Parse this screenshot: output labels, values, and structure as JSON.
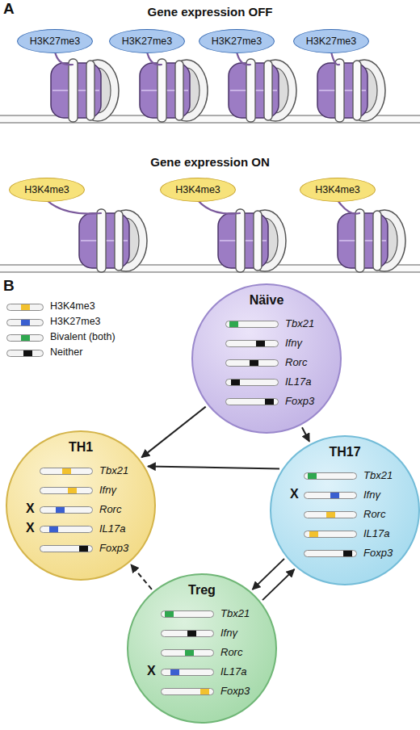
{
  "diagram": {
    "nodes": [
      {
        "text": [
          "H3K27me3"
        ]
      },
      {
        "text": [
          "H3K27me3"
        ]
      },
      {
        "text": [
          "H3K27me3"
        ]
      },
      {
        "text": [
          "H3K27me3"
        ]
      },
      {
        "text": [
          "H3K4me3"
        ]
      },
      {
        "text": [
          "H3K4me3"
        ]
      },
      {
        "text": [
          "H3K4me3"
        ]
      },
      {
        "text": [
          "Näive",
          "Tbx21",
          "Ifnγ",
          "Rorc",
          "IL17a",
          "Foxp3"
        ]
      },
      {
        "text": [
          "TH1",
          "Tbx21",
          "Ifnγ",
          "X",
          "Rorc",
          "X",
          "IL17a",
          "Foxp3"
        ]
      },
      {
        "text": [
          "TH17",
          "Tbx21",
          "X",
          "Ifnγ",
          "Rorc",
          "IL17a",
          "Foxp3"
        ]
      },
      {
        "text": [
          "Treg",
          "Tbx21",
          "Ifnγ",
          "Rorc",
          "X",
          "IL17a",
          "Foxp3"
        ]
      }
    ],
    "edges": [
      {
        "from": 7,
        "to": 8,
        "arrow": "to"
      },
      {
        "from": 7,
        "to": 9,
        "arrow": "to"
      },
      {
        "from": 9,
        "to": 8,
        "arrow": "to"
      },
      {
        "from": 9,
        "to": 10,
        "arrow": "to"
      },
      {
        "from": 10,
        "to": 9,
        "arrow": "to"
      },
      {
        "from": 10,
        "to": 8,
        "arrow": "to"
      }
    ],
    "labels": [
      "A",
      "Gene expression OFF",
      "Gene expression ON",
      "B"
    ],
    "legend": [
      {
        "text": "H3K4me3",
        "color": "#f2c12e"
      },
      {
        "text": "H3K27me3",
        "color": "#3a5fd0"
      },
      {
        "text": "Bivalent (both)",
        "color": "#2fa84f"
      },
      {
        "text": "Neither",
        "color": "#111111"
      }
    ]
  }
}
